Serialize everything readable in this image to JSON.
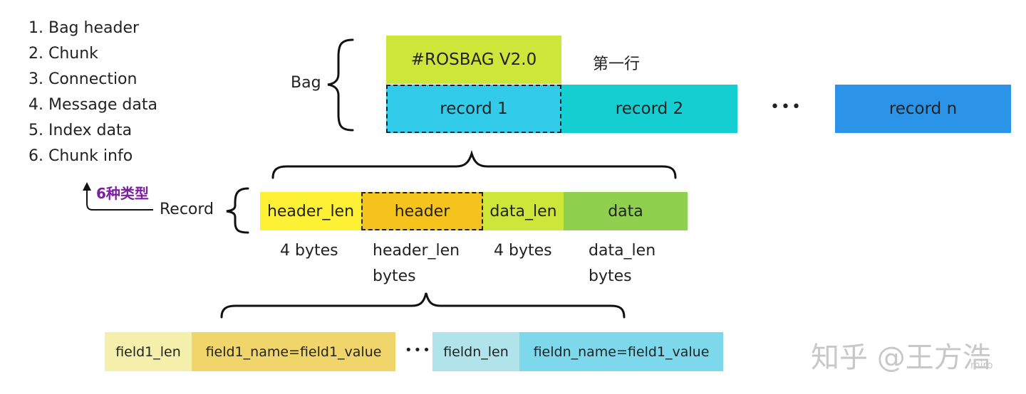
{
  "types_list": [
    "1. Bag header",
    "2. Chunk",
    "3. Connection",
    "4. Message data",
    "5. Index data",
    "6. Chunk info"
  ],
  "types_annotation": "6种类型",
  "bag": {
    "label": "Bag",
    "header_box": "#ROSBAG V2.0",
    "first_line_note": "第一行",
    "records": [
      "record 1",
      "record 2",
      "record n"
    ],
    "ellipsis": "•••"
  },
  "record": {
    "label": "Record",
    "parts": [
      "header_len",
      "header",
      "data_len",
      "data"
    ],
    "sizes": [
      [
        "4 bytes"
      ],
      [
        "header_len",
        "bytes"
      ],
      [
        "4 bytes"
      ],
      [
        "data_len",
        "bytes"
      ]
    ]
  },
  "header_fields": {
    "boxes": [
      "field1_len",
      "field1_name=field1_value",
      "fieldn_len",
      "fieldn_name=field1_value"
    ],
    "ellipsis": "•••"
  },
  "watermark": "知乎 @王方浩",
  "miro_mark": "miro",
  "colors": {
    "rosbag_header": "#cde63a",
    "record1": "#33cbea",
    "record2": "#14ced1",
    "recordn": "#2b94e8",
    "header_len": "#fef034",
    "header": "#f6c21c",
    "data_len": "#cde63a",
    "data": "#8fd14f",
    "field1_len": "#f4efaa",
    "field1_value": "#f0d56a",
    "fieldn_len": "#b1e4ea",
    "fieldn_value": "#7cd8ea",
    "annotation": "#7b1fa2"
  }
}
